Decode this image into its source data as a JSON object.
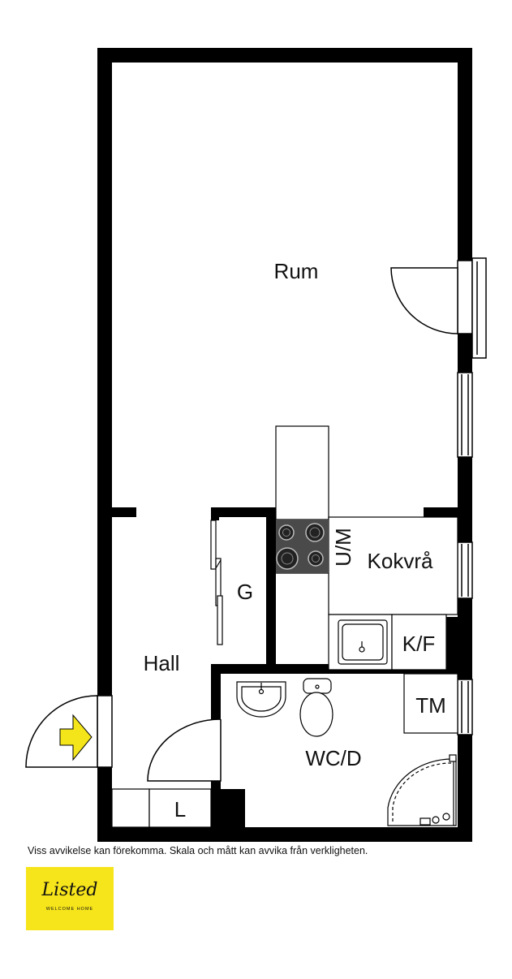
{
  "rooms": {
    "rum": "Rum",
    "kokvra": "Kokvrå",
    "um": "U/M",
    "g": "G",
    "kf": "K/F",
    "hall": "Hall",
    "tm": "TM",
    "wcd": "WC/D",
    "l": "L"
  },
  "footer": {
    "disclaimer": "Viss avvikelse kan förekomma. Skala och mått kan avvika från verkligheten."
  },
  "logo": {
    "script": "Listed",
    "sub": "WELCOME HOME"
  },
  "colors": {
    "wall": "#000000",
    "stove": "#4a4a4a",
    "entrance_arrow": "#f3e51a",
    "logo_bg": "#f7e51b"
  }
}
